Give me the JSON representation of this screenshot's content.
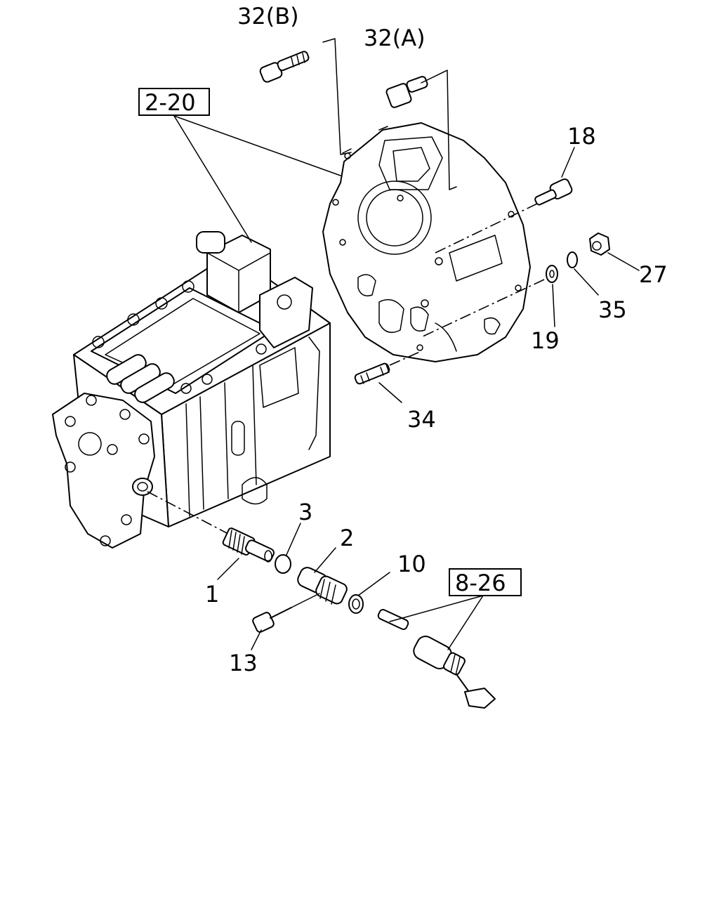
{
  "labels": {
    "p32b": "32(B)",
    "p32a": "32(A)",
    "ref_2_20": "2-20",
    "p18": "18",
    "p27": "27",
    "p35": "35",
    "p19": "19",
    "p34": "34",
    "p3": "3",
    "p2": "2",
    "p10": "10",
    "ref_8_26": "8-26",
    "p1": "1",
    "p13": "13"
  }
}
